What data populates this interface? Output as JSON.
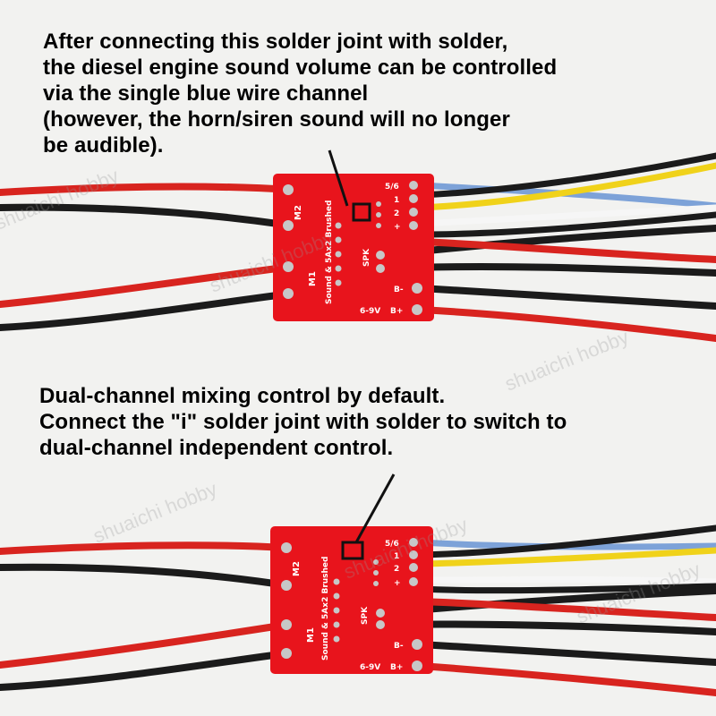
{
  "top_caption": {
    "line1": "After connecting this solder joint with solder,",
    "line2": "the diesel engine sound volume can be controlled",
    "line3": "via the single blue wire channel",
    "line4": "(however, the horn/siren sound will no longer",
    "line5": "be audible)."
  },
  "bottom_caption": {
    "line1": "Dual-channel mixing control by default.",
    "line2": "Connect the \"i\" solder joint with solder to switch to",
    "line3": "dual-channel independent control."
  },
  "board_labels": {
    "m2": "M2",
    "m1": "M1",
    "model": "Sound & 5Ax2 Brushed",
    "ch56": "5/6",
    "ch1": "1",
    "ch2": "2",
    "plus": "+",
    "spk": "SPK",
    "bminus": "B-",
    "power": "6-9V",
    "bplus": "B+"
  },
  "watermark": "shuaichi hobby",
  "colors": {
    "pcb": "#e8141c",
    "wire_red": "#d8241f",
    "wire_black": "#1b1b1b",
    "wire_blue": "#7da2d8",
    "wire_yellow": "#f0d21a",
    "wire_white": "#f6f6f6"
  }
}
